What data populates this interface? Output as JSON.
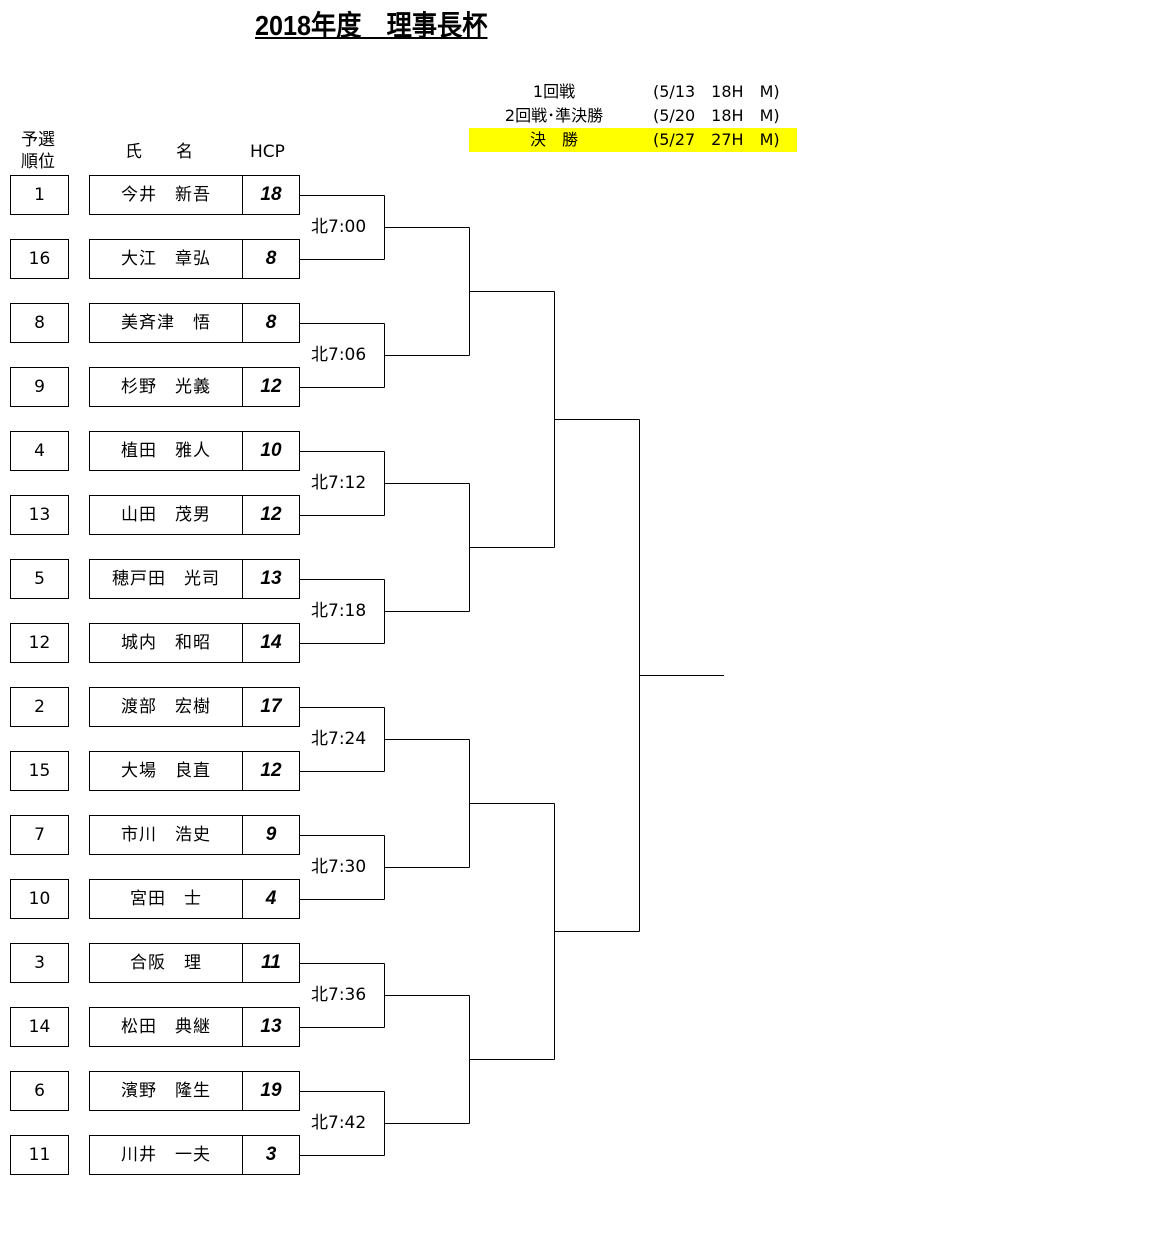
{
  "title": "2018年度　理事長杯",
  "schedule": [
    {
      "round": "1回戦",
      "detail": "(5/13　18H　M)"
    },
    {
      "round": "2回戦･準決勝",
      "detail": "(5/20　18H　M)"
    },
    {
      "round": "決　勝",
      "detail": "(5/27　27H　M)",
      "highlight": true
    }
  ],
  "headers": {
    "rank_line1": "予選",
    "rank_line2": "順位",
    "name": "氏　　名",
    "hcp": "HCP"
  },
  "players": [
    {
      "rank": "1",
      "name": "今井　新吾",
      "hcp": "18"
    },
    {
      "rank": "16",
      "name": "大江　章弘",
      "hcp": "8"
    },
    {
      "rank": "8",
      "name": "美斉津　悟",
      "hcp": "8"
    },
    {
      "rank": "9",
      "name": "杉野　光義",
      "hcp": "12"
    },
    {
      "rank": "4",
      "name": "植田　雅人",
      "hcp": "10"
    },
    {
      "rank": "13",
      "name": "山田　茂男",
      "hcp": "12"
    },
    {
      "rank": "5",
      "name": "穂戸田　光司",
      "hcp": "13"
    },
    {
      "rank": "12",
      "name": "城内　和昭",
      "hcp": "14"
    },
    {
      "rank": "2",
      "name": "渡部　宏樹",
      "hcp": "17"
    },
    {
      "rank": "15",
      "name": "大場　良直",
      "hcp": "12"
    },
    {
      "rank": "7",
      "name": "市川　浩史",
      "hcp": "9"
    },
    {
      "rank": "10",
      "name": "宮田　士",
      "hcp": "4"
    },
    {
      "rank": "3",
      "name": "合阪　理",
      "hcp": "11"
    },
    {
      "rank": "14",
      "name": "松田　典継",
      "hcp": "13"
    },
    {
      "rank": "6",
      "name": "濱野　隆生",
      "hcp": "19"
    },
    {
      "rank": "11",
      "name": "川井　一夫",
      "hcp": "3"
    }
  ],
  "tee_times": [
    "北7:00",
    "北7:06",
    "北7:12",
    "北7:18",
    "北7:24",
    "北7:30",
    "北7:36",
    "北7:42"
  ]
}
